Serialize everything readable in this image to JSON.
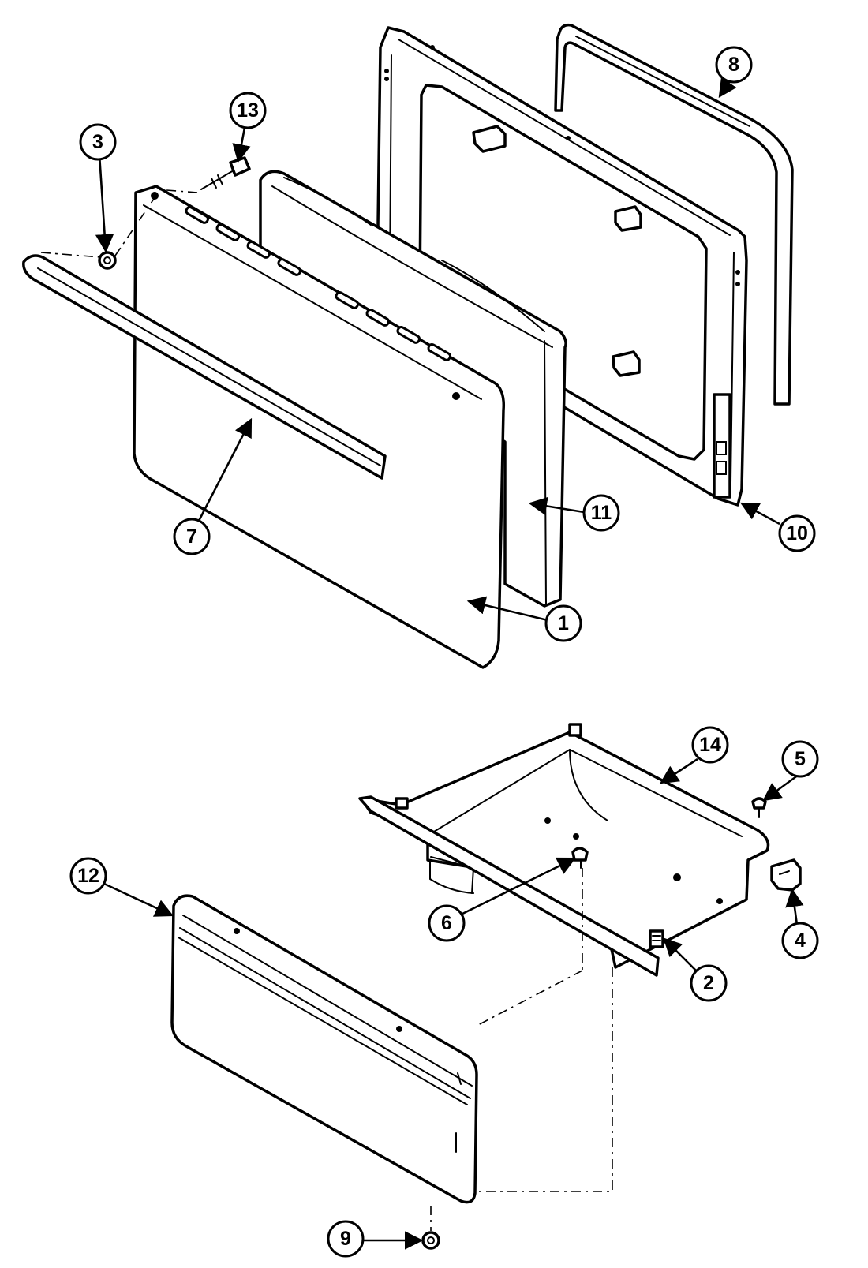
{
  "callouts": [
    {
      "label": "1"
    },
    {
      "label": "2"
    },
    {
      "label": "3"
    },
    {
      "label": "4"
    },
    {
      "label": "5"
    },
    {
      "label": "6"
    },
    {
      "label": "7"
    },
    {
      "label": "8"
    },
    {
      "label": "9"
    },
    {
      "label": "10"
    },
    {
      "label": "11"
    },
    {
      "label": "12"
    },
    {
      "label": "13"
    },
    {
      "label": "14"
    }
  ],
  "colors": {
    "line": "#000000",
    "background": "#ffffff"
  }
}
